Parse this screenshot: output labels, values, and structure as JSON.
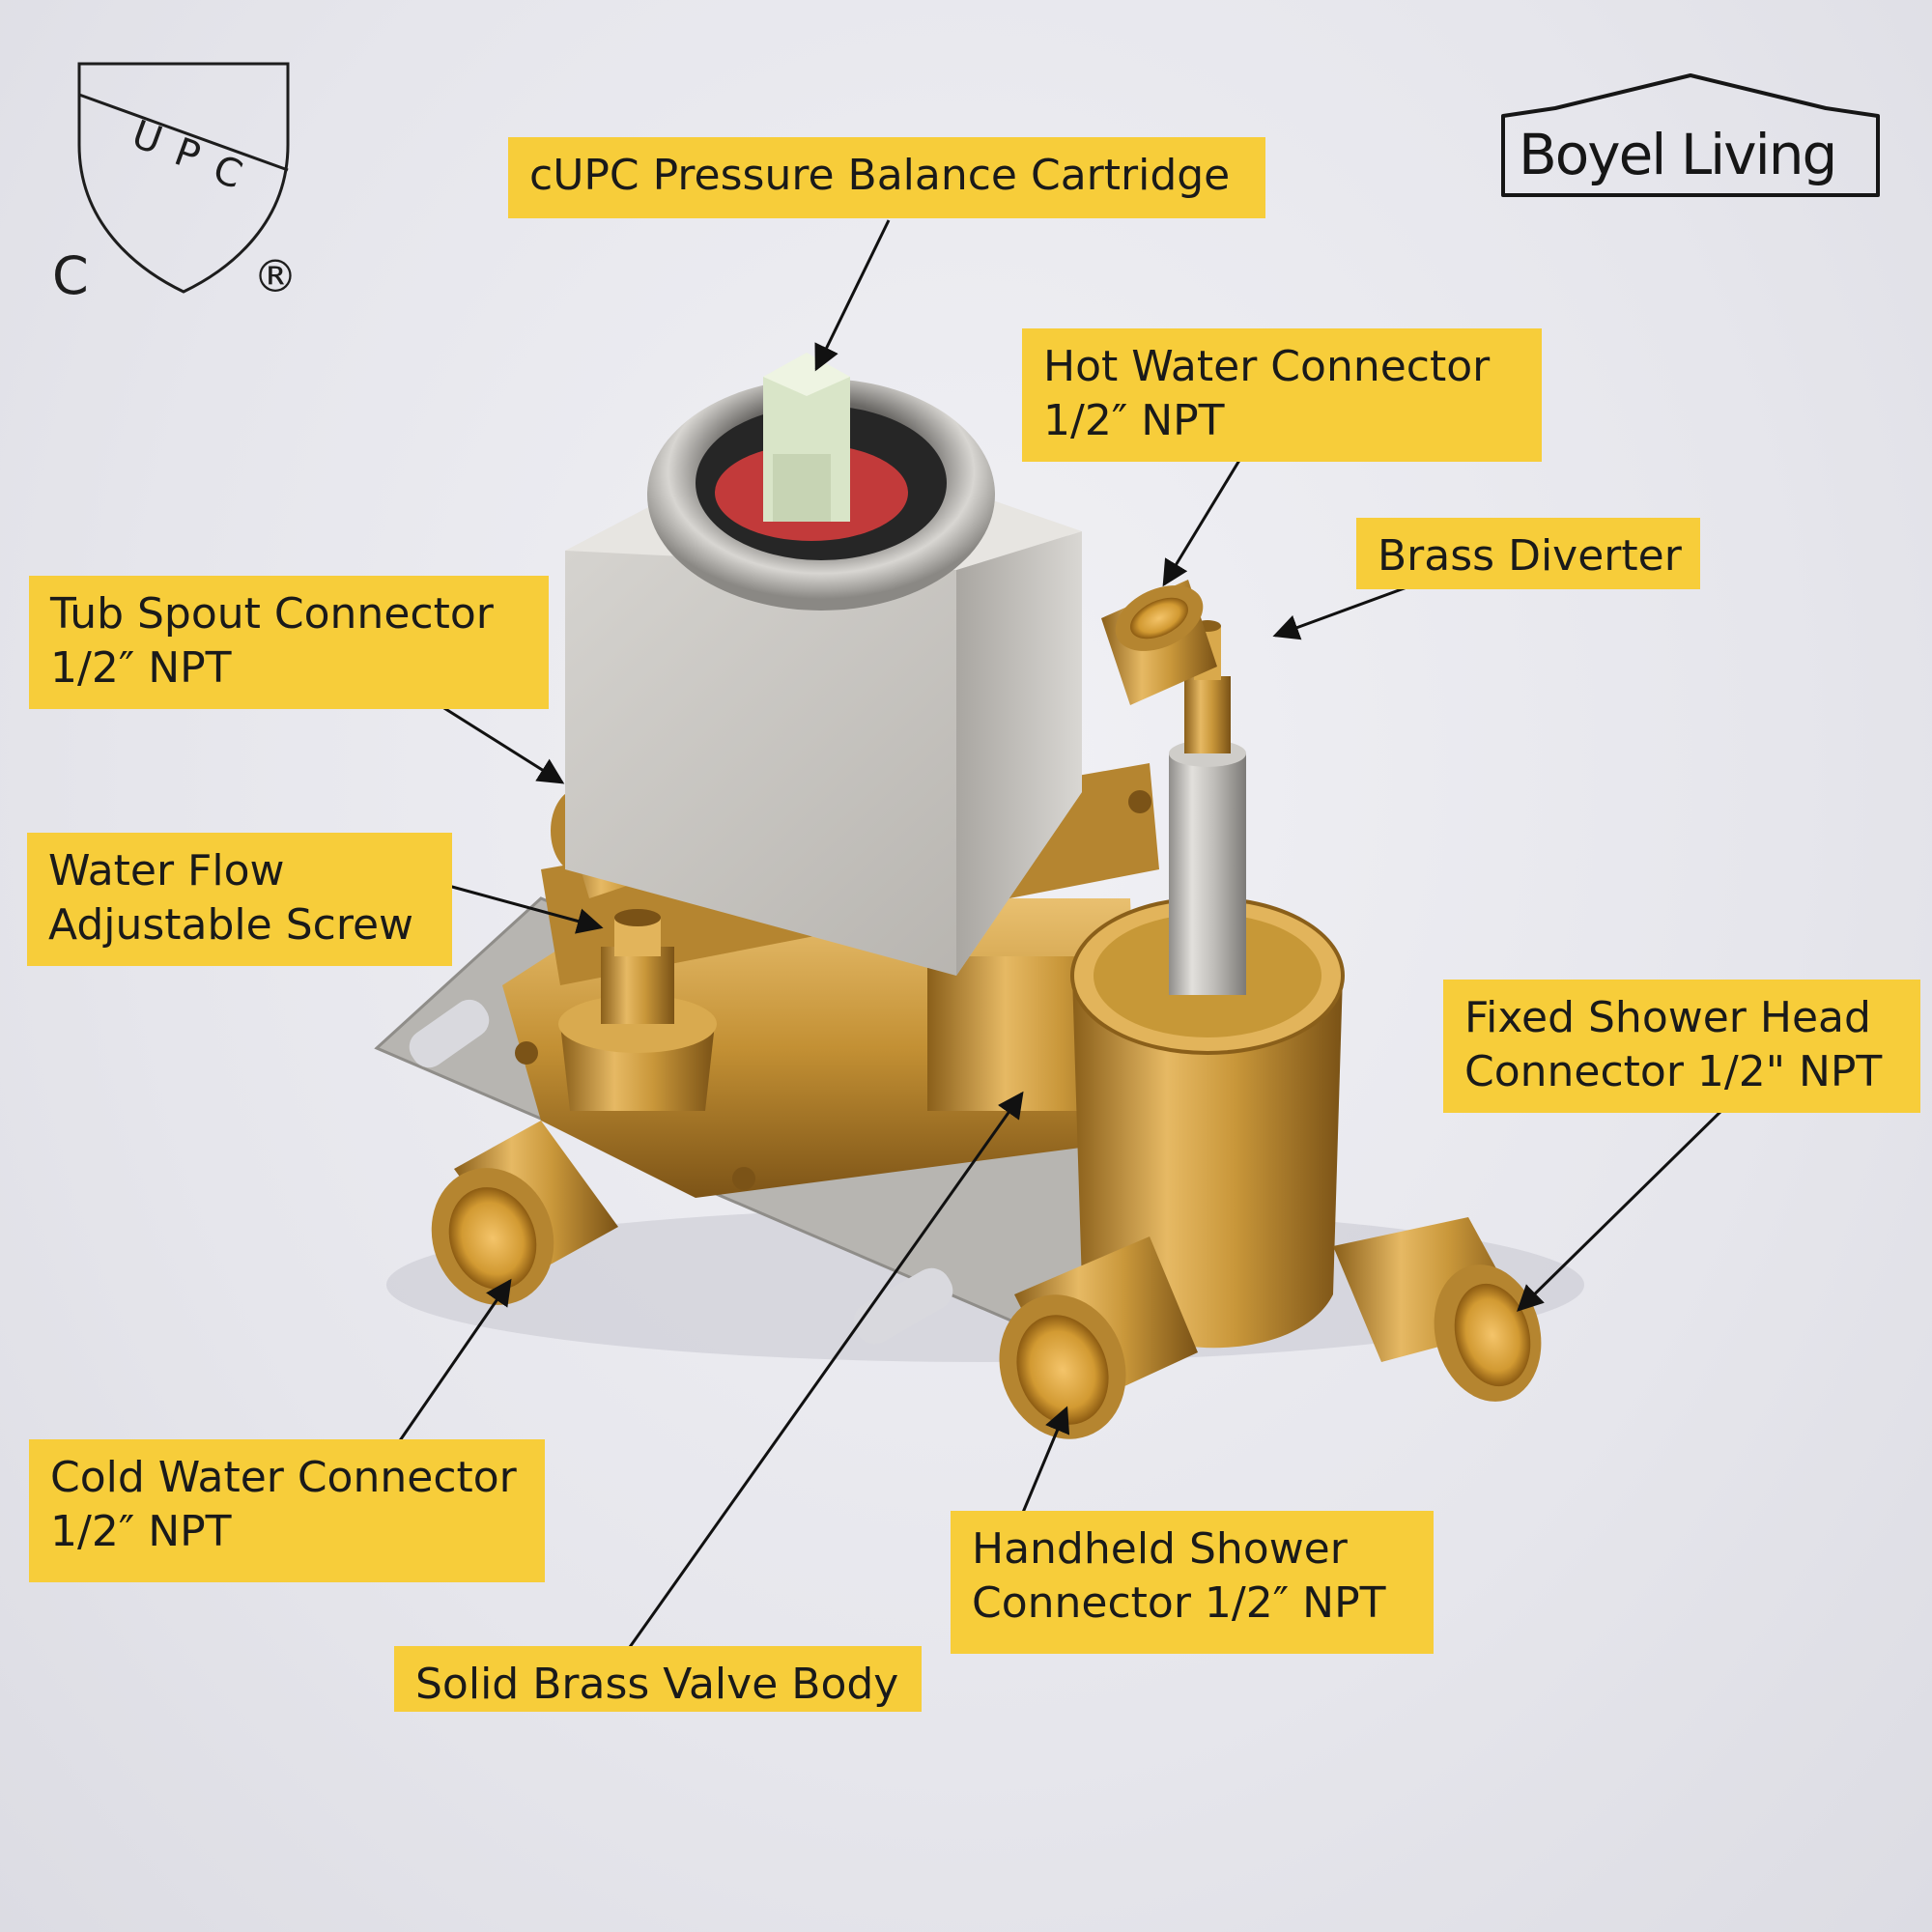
{
  "certification": {
    "mark": "UPC",
    "letters": [
      "U",
      "P",
      "C"
    ],
    "prefix": "C",
    "registered": "®"
  },
  "brand": {
    "name": "Boyel Living"
  },
  "callouts": {
    "cartridge": {
      "line1": "cUPC Pressure Balance Cartridge"
    },
    "hot_water": {
      "line1": "Hot Water Connector",
      "line2": "1/2″ NPT"
    },
    "brass_diverter": {
      "line1": "Brass Diverter"
    },
    "tub_spout": {
      "line1": "Tub Spout Connector",
      "line2": "1/2″ NPT"
    },
    "flow_screw": {
      "line1": "Water Flow",
      "line2": "Adjustable Screw"
    },
    "fixed_shower": {
      "line1": "Fixed Shower Head",
      "line2": "Connector 1/2\" NPT"
    },
    "cold_water": {
      "line1": "Cold Water Connector",
      "line2": "1/2″ NPT"
    },
    "handheld_shower": {
      "line1": "Handheld Shower",
      "line2": "Connector 1/2″ NPT"
    },
    "valve_body": {
      "line1": "Solid Brass Valve Body"
    }
  },
  "colors": {
    "label_bg": "#f7cd3a",
    "brass": "#c99a3a",
    "steel": "#c9c7c4",
    "background": "#e9e9ee"
  }
}
